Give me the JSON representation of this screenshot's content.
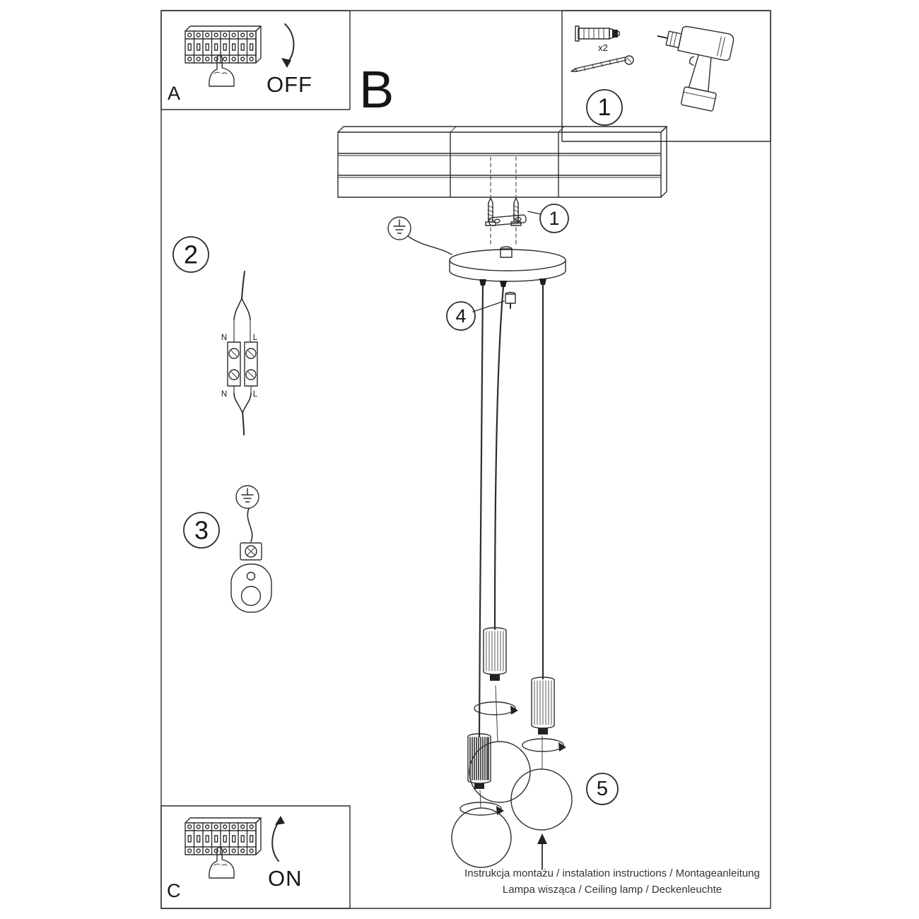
{
  "labels": {
    "panel_a": "A",
    "panel_b": "B",
    "panel_c": "C",
    "off": "OFF",
    "on": "ON",
    "step_1": "1",
    "step_2": "2",
    "step_3": "3",
    "step_4": "4",
    "step_5": "5",
    "bracket_callout": "1",
    "hardware_count": "x2",
    "wire_n_top": "N",
    "wire_l_top": "L",
    "wire_n_bot": "N",
    "wire_l_bot": "L"
  },
  "footer": {
    "line1": "Instrukcja montażu / instalation instructions / Montageanleitung",
    "line2": "Lampa wisząca / Ceiling lamp / Deckenleuchte"
  }
}
